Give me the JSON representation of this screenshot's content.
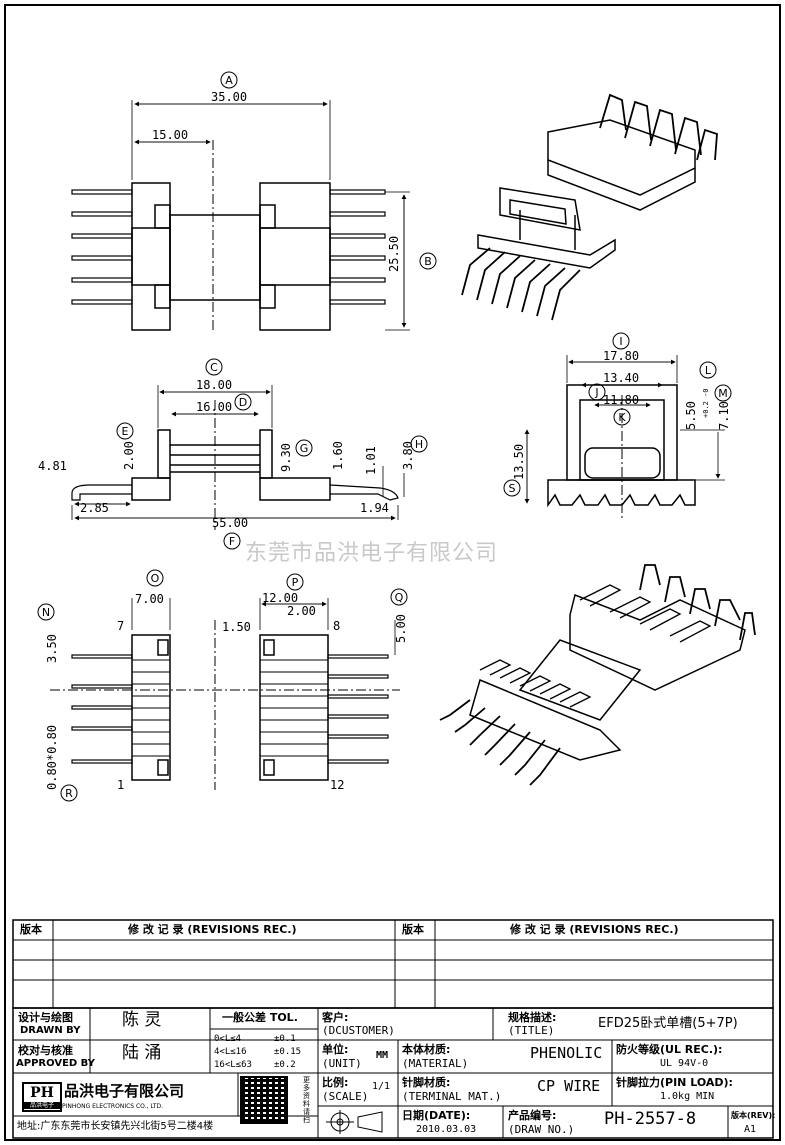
{
  "watermark": "东莞市品洪电子有限公司",
  "callouts": {
    "A": "A",
    "B": "B",
    "C": "C",
    "D": "D",
    "E": "E",
    "F": "F",
    "G": "G",
    "H": "H",
    "I": "I",
    "J": "J",
    "K": "K",
    "L": "L",
    "M": "M",
    "N": "N",
    "O": "O",
    "P": "P",
    "Q": "Q",
    "R": "R",
    "S": "S"
  },
  "dims": {
    "d35": "35.00",
    "d15": "15.00",
    "d2550": "25.50",
    "d18": "18.00",
    "d16": "16.00",
    "d481": "4.81",
    "d200": "2.00",
    "d930": "9.30",
    "d160": "1.60",
    "d101": "1.01",
    "d380": "3.80",
    "d285": "2.85",
    "d55": "55.00",
    "d194": "1.94",
    "d1780": "17.80",
    "d1340": "13.40",
    "d1180": "11.80",
    "d550": "5.50",
    "d550tol": "+0.2 -0",
    "d710": "7.10",
    "d1350": "13.50",
    "d700": "7.00",
    "d1200": "12.00",
    "d150": "1.50",
    "d2b": "2.00",
    "d350": "3.50",
    "d500": "5.00",
    "d080": "0.80*0.80",
    "pin7": "7",
    "pin8": "8",
    "pin1": "1",
    "pin12": "12"
  },
  "revisions": {
    "col_ver": "版本",
    "col_rec": "修 改 记 录 (REVISIONS REC.)"
  },
  "titleblock": {
    "design_lbl": "设计与绘图",
    "design_en": "DRAWN BY",
    "designer": "陈 灵",
    "check_lbl": "校对与核准",
    "check_en": "APPROVED BY",
    "checker": "陆 涌",
    "tol_title": "一般公差 TOL.",
    "tol_r1a": "0<L≤4",
    "tol_r1b": "±0.1",
    "tol_r2a": "4<L≤16",
    "tol_r2b": "±0.15",
    "tol_r3a": "16<L≤63",
    "tol_r3b": "±0.2",
    "customer_lbl": "客户:",
    "customer_en": "(DCUSTOMER)",
    "unit_lbl": "单位:",
    "unit_en": "(UNIT)",
    "unit": "MM",
    "scale_lbl": "比例:",
    "scale_en": "(SCALE)",
    "scale": "1/1",
    "title_lbl": "规格描述:",
    "title_en": "(TITLE)",
    "title": "EFD25卧式单槽(5+7P)",
    "material_lbl": "本体材质:",
    "material_en": "(MATERIAL)",
    "material": "PHENOLIC",
    "fire_lbl": "防火等级(UL REC.):",
    "fire": "UL 94V-0",
    "terminal_lbl": "针脚材质:",
    "terminal_en": "(TERMINAL MAT.)",
    "terminal": "CP WIRE",
    "pinload_lbl": "针脚拉力(PIN LOAD):",
    "pinload": "1.0kg MIN",
    "date_lbl": "日期(DATE):",
    "date": "2010.03.03",
    "drawno_lbl": "产品编号:",
    "drawno_en": "(DRAW NO.)",
    "drawno": "PH-2557-8",
    "rev_lbl": "版本(REV):",
    "rev": "A1",
    "company": "品洪电子有限公司",
    "company_en": "PINHONG ELECTRONICS CO., LTD.",
    "logo": "PH",
    "logo_sub": "品洪电子",
    "address": "地址:广东东莞市长安镇先兴北街5号二楼4楼",
    "qr_side": "更多资料请扫"
  }
}
